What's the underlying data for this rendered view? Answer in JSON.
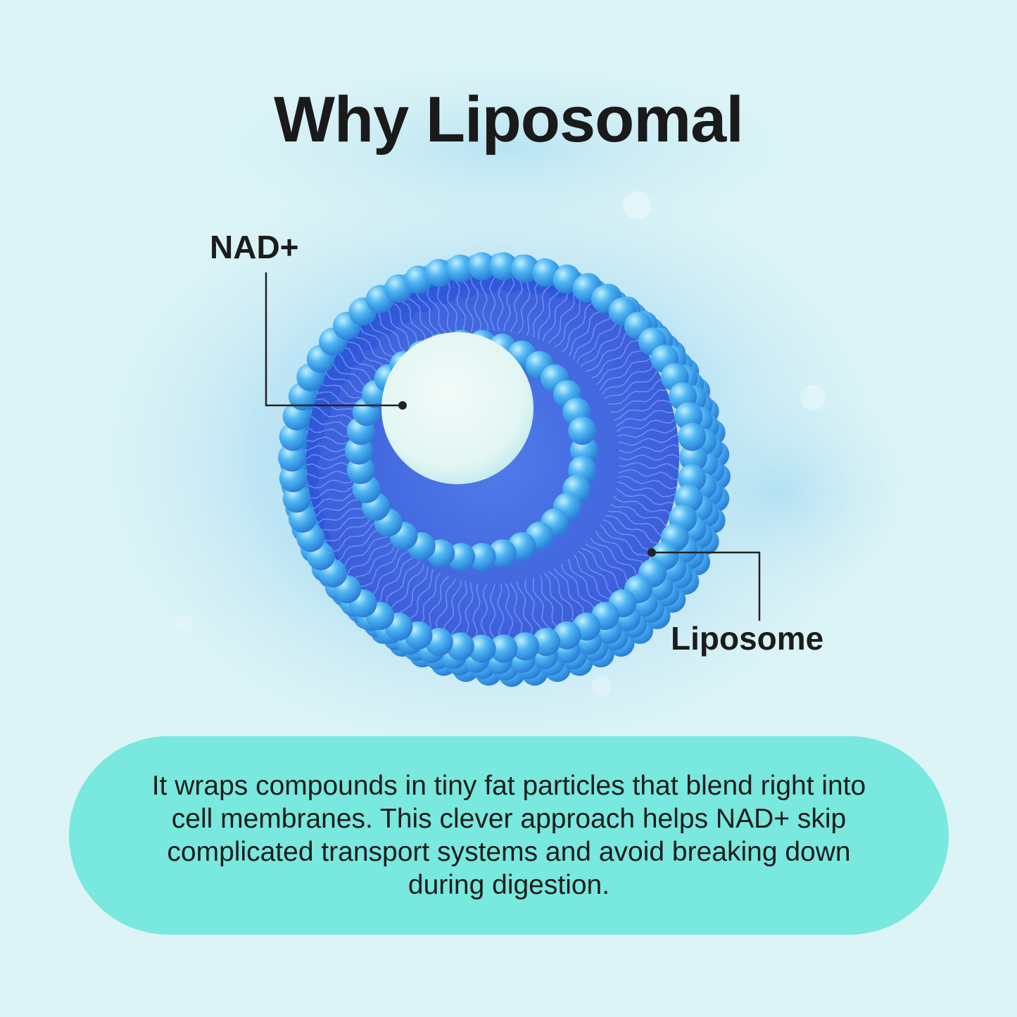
{
  "title": "Why Liposomal",
  "labels": {
    "core": "NAD+",
    "shell": "Liposome"
  },
  "description": "It wraps compounds in tiny fat particles that blend right into cell membranes. This clever approach helps NAD+ skip complicated transport systems and avoid breaking down during digestion.",
  "colors": {
    "background": "#dcf4f6",
    "glow": "#9fd4f4",
    "bead": "#44a9ee",
    "bead_highlight": "#a8e4ff",
    "tail": "#3a5fe0",
    "core": "#e4f8f5",
    "pill": "#79e8de",
    "text": "#1c1c1c"
  }
}
